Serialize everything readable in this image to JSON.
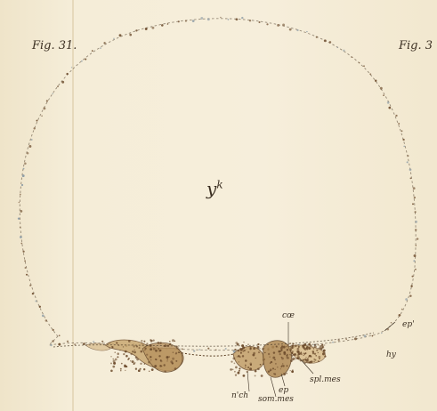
{
  "plate": {
    "fig_left": "Fig. 31.",
    "fig_right": "Fig. 3",
    "colors": {
      "paper": "#f3ebd5",
      "ink": "#3b2f22",
      "cell": "#6b4a2b",
      "grey_dot": "#8a9aa4"
    }
  },
  "labels": {
    "yk": "y",
    "yk_sup": "k",
    "coe": "cœ",
    "ep_prime": "ep'",
    "hy": "hy",
    "spl_mes": "spl.mes",
    "ep": "ep",
    "som_mes": "som.mes",
    "nch": "n'ch"
  }
}
